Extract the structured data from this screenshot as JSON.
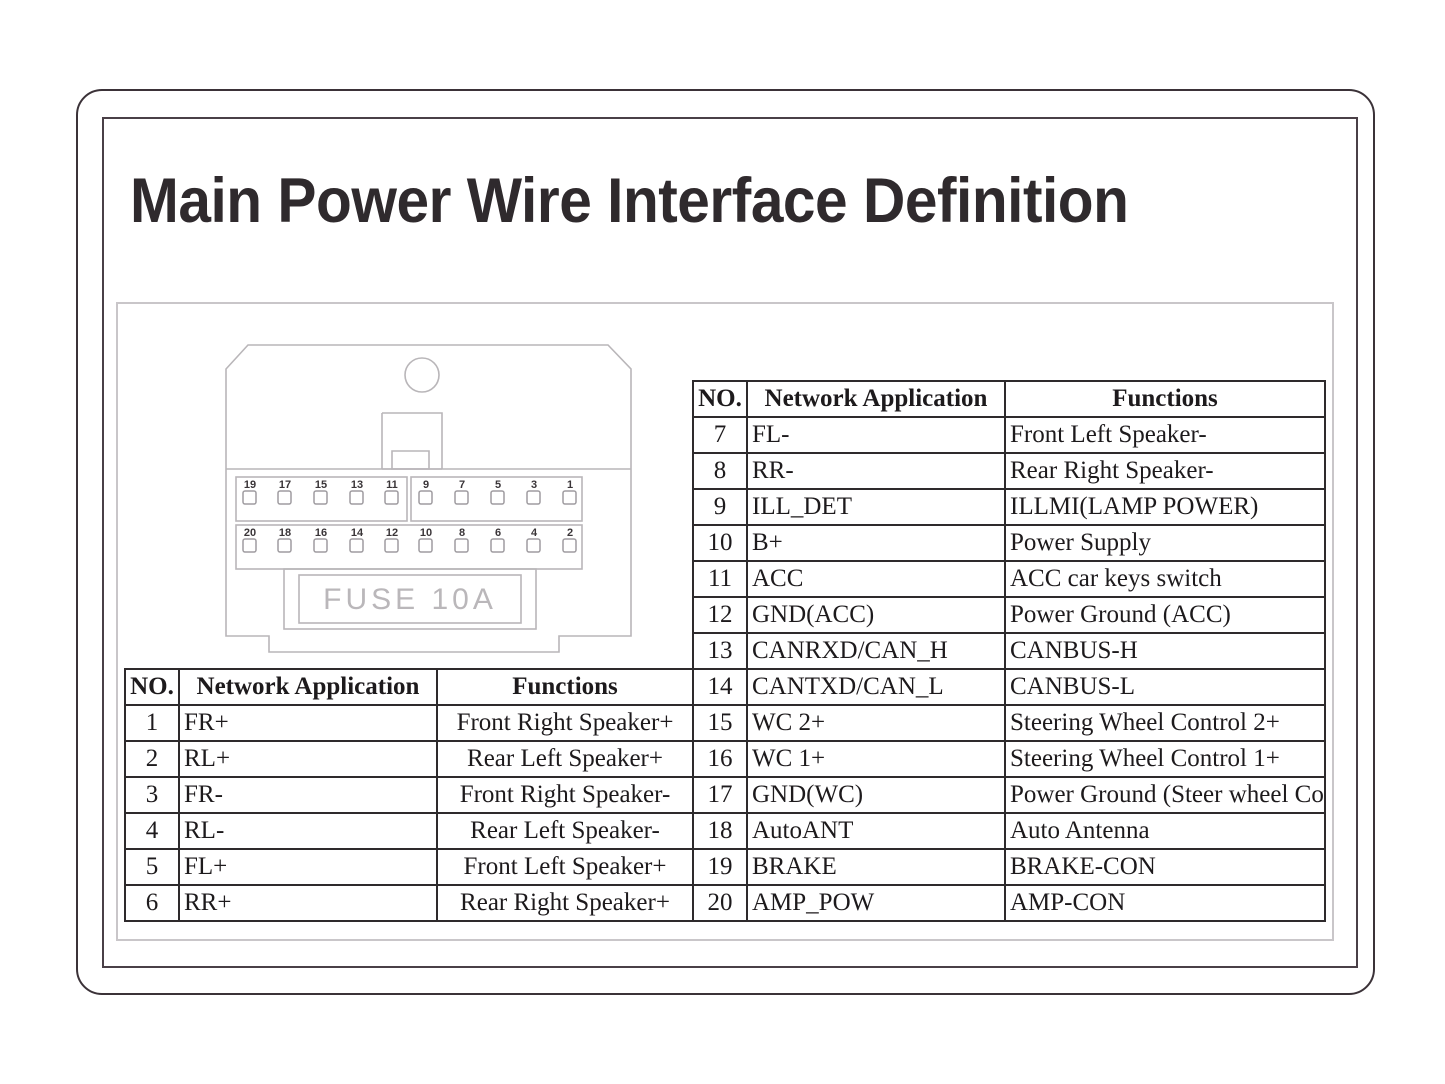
{
  "title": "Main Power Wire Interface Definition",
  "connector": {
    "fuse_label": "FUSE   10A",
    "pins_top_left_group": [
      "19",
      "17",
      "15",
      "13",
      "11"
    ],
    "pins_top_right_group": [
      "9",
      "7",
      "5",
      "3",
      "1"
    ],
    "pins_bottom": [
      "20",
      "18",
      "16",
      "14",
      "12",
      "10",
      "8",
      "6",
      "4",
      "2"
    ],
    "line_color": "#b9b6b9"
  },
  "table_headers": {
    "no": "NO.",
    "network_application": "Network Application",
    "functions": "Functions"
  },
  "table_left": {
    "rows": [
      {
        "no": "1",
        "net": "FR+",
        "fn": "Front Right Speaker+"
      },
      {
        "no": "2",
        "net": "RL+",
        "fn": "Rear Left Speaker+"
      },
      {
        "no": "3",
        "net": "FR-",
        "fn": "Front Right Speaker-"
      },
      {
        "no": "4",
        "net": "RL-",
        "fn": "Rear Left Speaker-"
      },
      {
        "no": "5",
        "net": "FL+",
        "fn": "Front Left Speaker+"
      },
      {
        "no": "6",
        "net": "RR+",
        "fn": "Rear Right Speaker+"
      }
    ]
  },
  "table_right": {
    "rows": [
      {
        "no": "7",
        "net": "FL-",
        "fn": "Front Left Speaker-"
      },
      {
        "no": "8",
        "net": "RR-",
        "fn": "Rear Right Speaker-"
      },
      {
        "no": "9",
        "net": "ILL_DET",
        "fn": "ILLMI(LAMP POWER)"
      },
      {
        "no": "10",
        "net": "B+",
        "fn": "Power Supply"
      },
      {
        "no": "11",
        "net": "ACC",
        "fn": "ACC car keys switch"
      },
      {
        "no": "12",
        "net": "GND(ACC)",
        "fn": "Power Ground (ACC)"
      },
      {
        "no": "13",
        "net": "CANRXD/CAN_H",
        "fn": "CANBUS-H"
      },
      {
        "no": "14",
        "net": "CANTXD/CAN_L",
        "fn": "CANBUS-L"
      },
      {
        "no": "15",
        "net": "WC 2+",
        "fn": "Steering Wheel Control 2+"
      },
      {
        "no": "16",
        "net": "WC 1+",
        "fn": "Steering Wheel Control 1+"
      },
      {
        "no": "17",
        "net": "GND(WC)",
        "fn": "Power Ground (Steer wheel Control)",
        "small": true
      },
      {
        "no": "18",
        "net": "AutoANT",
        "fn": "Auto Antenna"
      },
      {
        "no": "19",
        "net": "BRAKE",
        "fn": "BRAKE-CON"
      },
      {
        "no": "20",
        "net": "AMP_POW",
        "fn": "AMP-CON"
      }
    ]
  },
  "colors": {
    "ink": "#1d1a1c",
    "frame": "#3b3238",
    "light_frame": "#c9c6c9",
    "drawing": "#b9b6b9"
  }
}
